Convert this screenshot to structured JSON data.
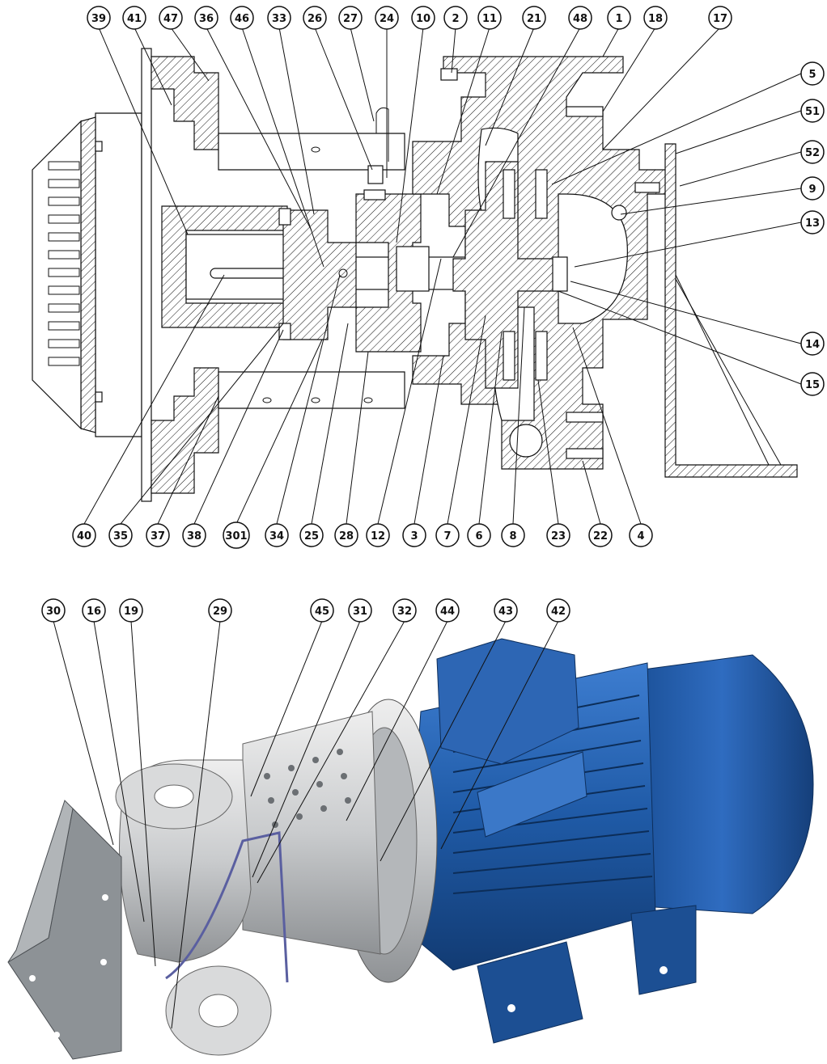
{
  "sectional_view": {
    "top_labels": [
      "39",
      "41",
      "47",
      "36",
      "46",
      "33",
      "26",
      "27",
      "24",
      "10",
      "2",
      "11",
      "21",
      "48",
      "1",
      "18",
      "17"
    ],
    "right_labels": [
      "5",
      "51",
      "52",
      "9",
      "13",
      "14",
      "15"
    ],
    "bottom_labels": [
      "40",
      "35",
      "37",
      "38",
      "301",
      "34",
      "25",
      "28",
      "12",
      "3",
      "7",
      "6",
      "8",
      "23",
      "22",
      "4"
    ]
  },
  "render_view": {
    "top_labels": [
      "30",
      "16",
      "19",
      "29",
      "45",
      "31",
      "32",
      "44",
      "43",
      "42"
    ]
  },
  "colors": {
    "motor_blue": "#1f5aa6",
    "pump_steel": "#c9cbcd",
    "bracket_grey": "#8d9296",
    "hatch": "#111111"
  }
}
